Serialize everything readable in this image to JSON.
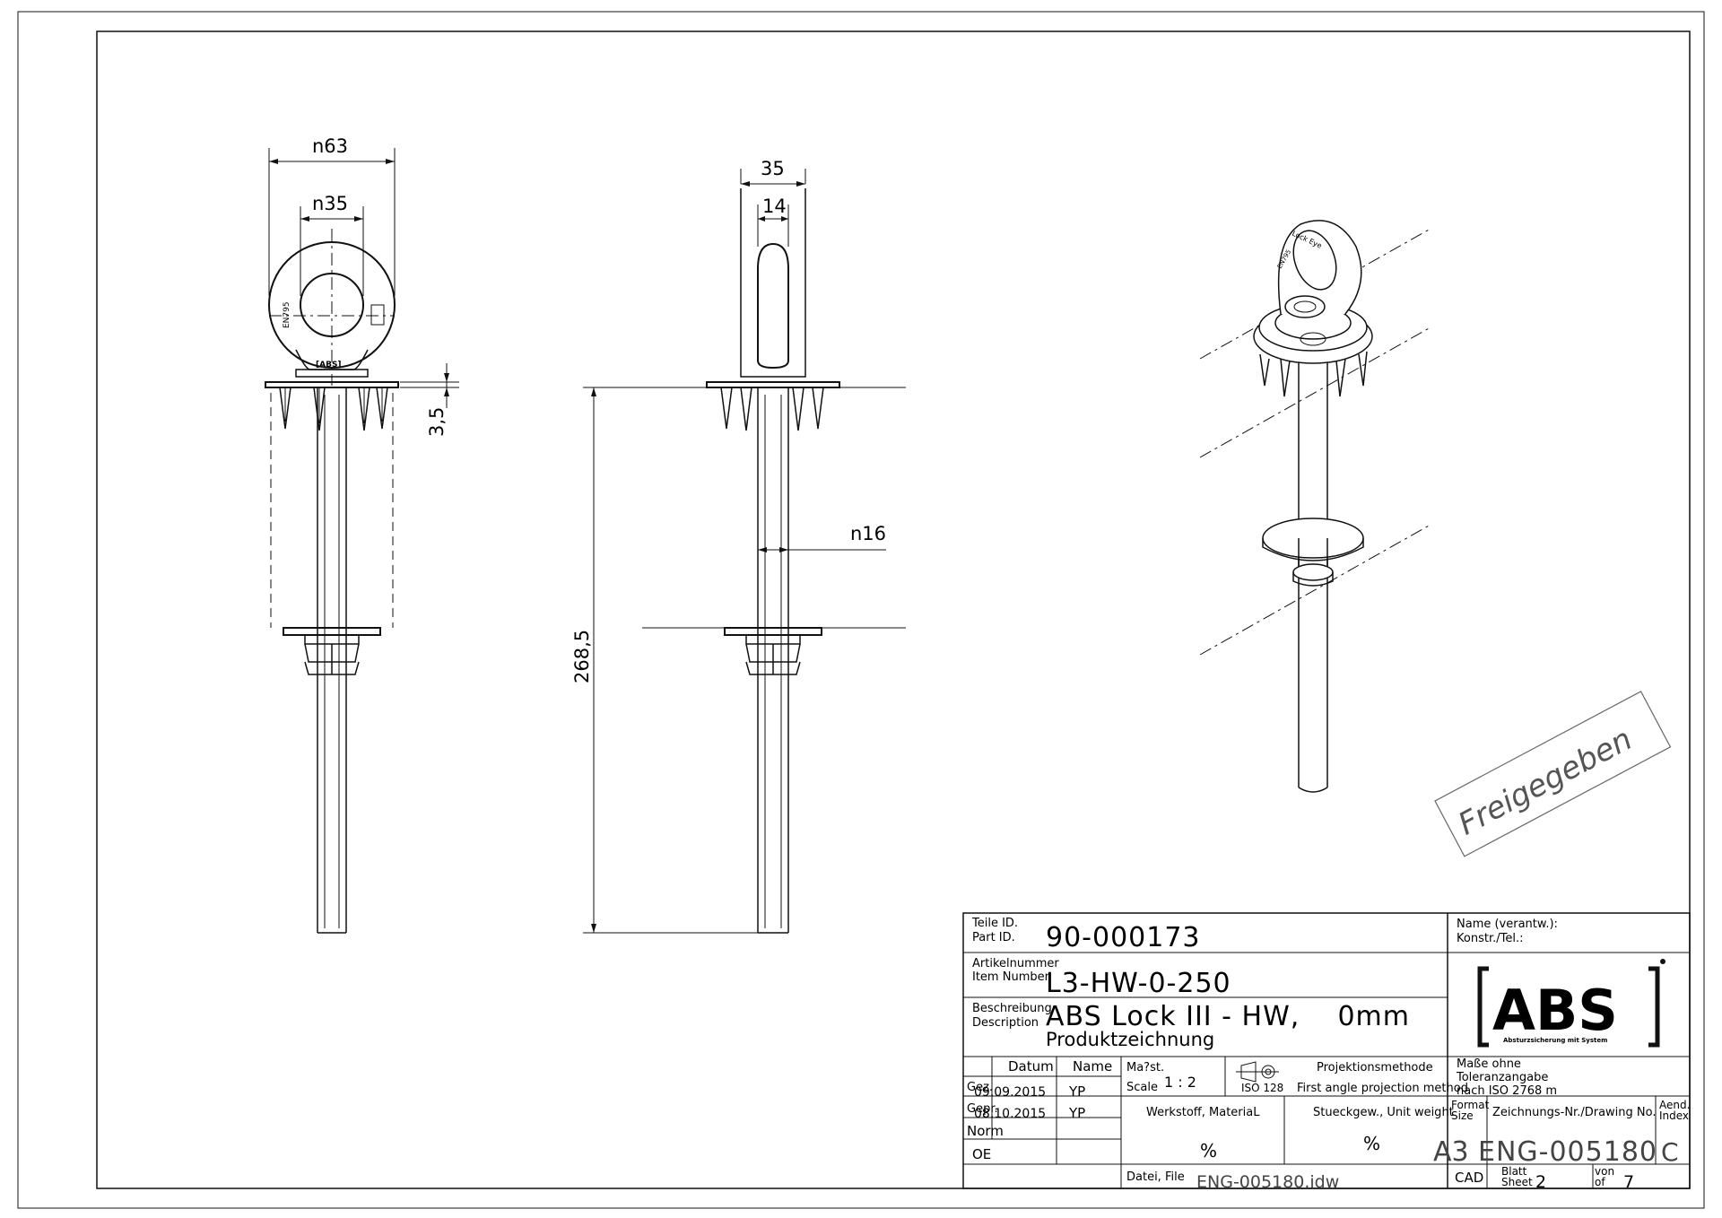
{
  "dimensions": {
    "front_outer_width": "n63",
    "front_inner_width": "n35",
    "plate_thickness": "3,5",
    "side_outer_width": "35",
    "side_inner_width": "14",
    "shaft_diameter": "n16",
    "overall_length": "268,5"
  },
  "part_markings": {
    "en_mark": "EN795",
    "brand_mark": "[ABS]",
    "iso_mark": "Lock Eye",
    "iso_mark2": "EN795"
  },
  "stamp": {
    "text": "Freigegeben"
  },
  "title_block": {
    "part_id_label_de": "Teile ID.",
    "part_id_label_en": "Part ID.",
    "part_id_value": "90-000173",
    "article_label_de": "Artikelnummer",
    "article_label_en": "Item Number",
    "article_value": "L3-HW-0-250",
    "description_label_de": "Beschreibung",
    "description_label_en": "Description",
    "description_value": "ABS Lock III - HW,    0mm",
    "description_sub": "Produktzeichnung",
    "name_label_de": "Name (verantw.):",
    "name_label_en": "Konstr./Tel.:",
    "logo_text": "ABS",
    "logo_tagline": "Absturzsicherung mit System",
    "col_datum": "Datum",
    "col_name": "Name",
    "row_gez_label": "Gez.",
    "row_gez_date": "09.09.2015",
    "row_gez_name": "YP",
    "row_gepr_label": "Gepr.",
    "row_gepr_date": "08.10.2015",
    "row_gepr_name": "YP",
    "row_norm_label": "Norm",
    "row_oe_label": "OE",
    "scale_label_de": "Ma?st.",
    "scale_label_en": "Scale",
    "scale_value": "1 : 2",
    "projection_label": "Projektionsmethode",
    "projection_iso": "ISO 128",
    "projection_method": "First angle projection method",
    "tolerance_line1": "Maße ohne",
    "tolerance_line2": "Toleranzangabe",
    "tolerance_line3": "nach ISO 2768 m",
    "material_label": "Werkstoff, MateriaL",
    "material_value": "%",
    "weight_label": "Stueckgew., Unit weight",
    "weight_value": "%",
    "format_label_de": "Format",
    "format_label_en": "Size",
    "format_value": "A3",
    "drawing_no_label": "Zeichnungs-Nr./Drawing No.",
    "drawing_no_value": "ENG-005180",
    "revision_label_de": "Aend.",
    "revision_label_en": "Index",
    "revision_value": "C",
    "file_label": "Datei, File",
    "file_value": "ENG-005180.idw",
    "cad_label": "CAD",
    "sheet_label_de": "Blatt",
    "sheet_label_en": "Sheet",
    "sheet_value": "2",
    "of_label_de": "von",
    "of_label_en": "of",
    "of_value": "7"
  }
}
